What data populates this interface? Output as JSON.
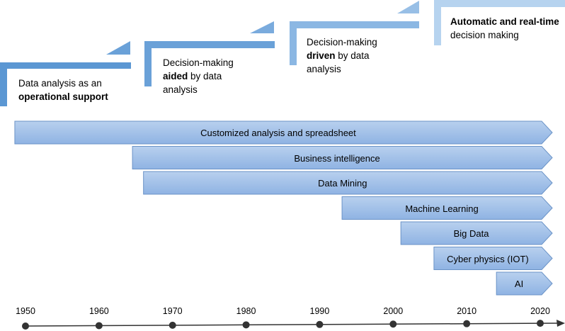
{
  "steps": [
    {
      "line1": "Data analysis as an",
      "bold": "operational support",
      "rest": ""
    },
    {
      "line1": "Decision-making",
      "bold": "aided",
      "rest": " by data",
      "line3": "analysis"
    },
    {
      "line1": "Decision-making",
      "bold": "driven",
      "rest": " by data",
      "line3": "analysis"
    },
    {
      "line1": "",
      "bold": "Automatic and real-time",
      "rest": "",
      "line3": "decision making"
    }
  ],
  "colors": {
    "step1": "#5b97d3",
    "step2": "#6aa1d8",
    "step3": "#8bb7e3",
    "step4": "#b6d3ef",
    "bar_fill_top": "#b8d0ee",
    "bar_fill_bottom": "#8fb3e3",
    "bar_stroke": "#6b93c7",
    "axis": "#333333"
  },
  "bars": [
    {
      "label": "Customized analysis and spreadsheet",
      "start": 1948.5,
      "end": 2020
    },
    {
      "label": "Business intelligence",
      "start": 1964.5,
      "end": 2020
    },
    {
      "label": "Data Mining",
      "start": 1966,
      "end": 2020
    },
    {
      "label": "Machine Learning",
      "start": 1993,
      "end": 2020
    },
    {
      "label": "Big Data",
      "start": 2001,
      "end": 2020
    },
    {
      "label": "Cyber physics (IOT)",
      "start": 2005.5,
      "end": 2020
    },
    {
      "label": "AI",
      "start": 2014,
      "end": 2020
    }
  ],
  "timeline": {
    "years": [
      "1950",
      "1960",
      "1970",
      "1980",
      "1990",
      "2000",
      "2010",
      "2020"
    ]
  }
}
